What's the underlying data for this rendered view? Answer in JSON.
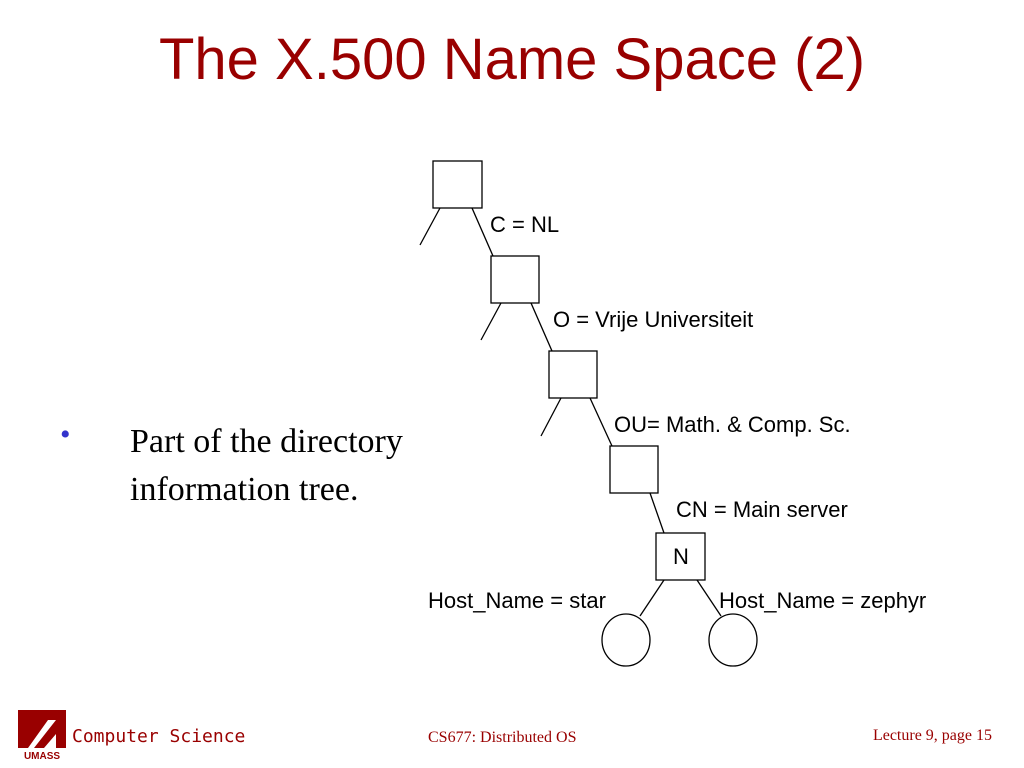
{
  "slide": {
    "title": "The X.500 Name Space (2)",
    "bullet": {
      "marker": "•",
      "text": "Part of the directory information tree."
    }
  },
  "tree": {
    "edge_labels": {
      "country": "C = NL",
      "organization": "O = Vrije Universiteit",
      "org_unit": "OU= Math. & Comp. Sc.",
      "common_name": "CN = Main server",
      "host_left": "Host_Name = star",
      "host_right": "Host_Name = zephyr"
    },
    "leaf_node_label": "N"
  },
  "footer": {
    "logo_letters": "UMASS",
    "dept": "Computer Science",
    "course": "CS677: Distributed OS",
    "page": "Lecture 9, page 15"
  },
  "colors": {
    "title": "#990000",
    "bullet": "#3333cc",
    "footer": "#990000"
  }
}
